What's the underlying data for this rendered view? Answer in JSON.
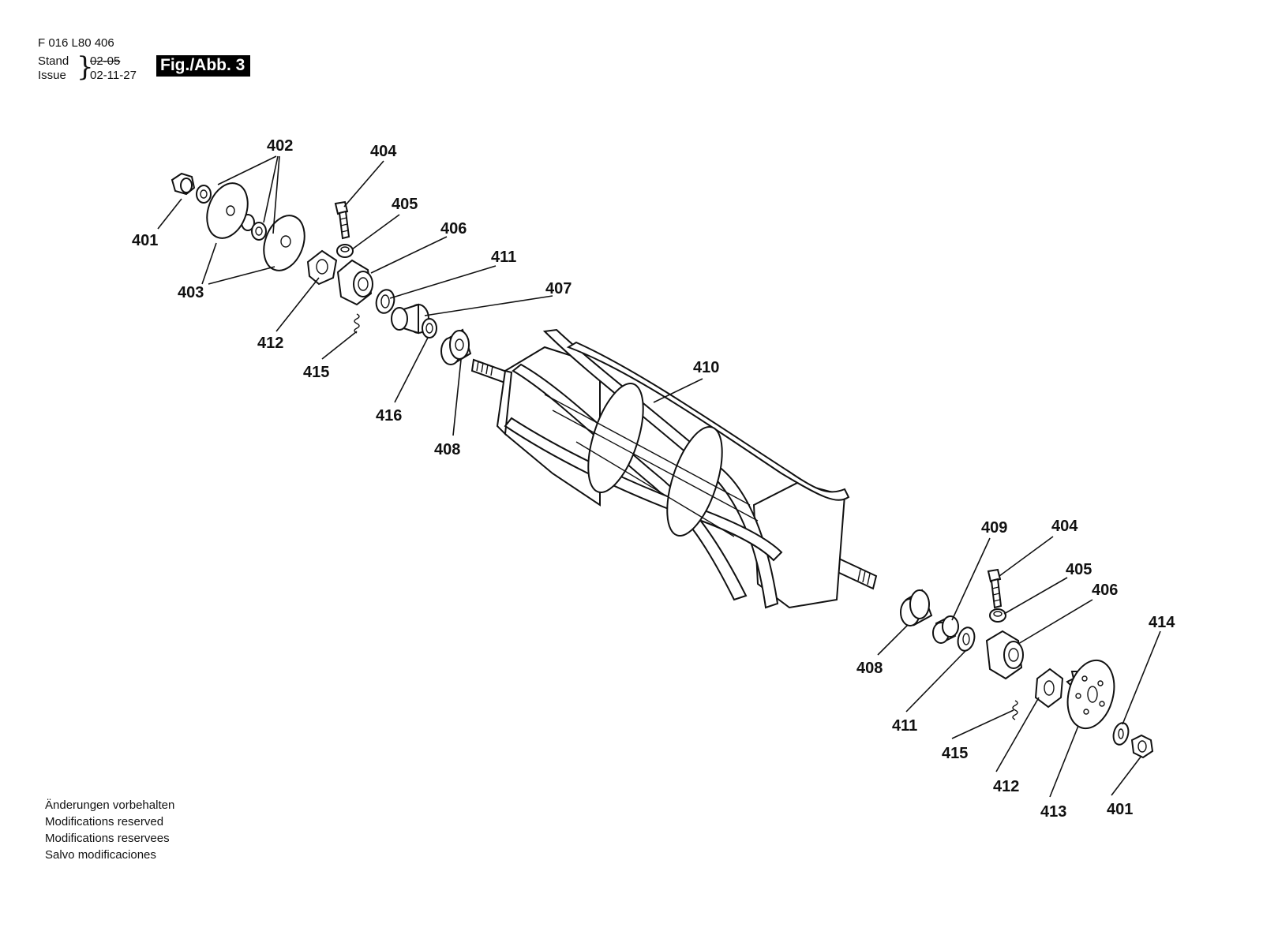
{
  "header": {
    "doc_number": "F 016 L80 406",
    "stand_label": "Stand",
    "issue_label": "Issue",
    "old_date": "02-05",
    "issue_date": "02-11-27",
    "figure_label": "Fig./Abb. 3"
  },
  "callouts": {
    "c401a": "401",
    "c402": "402",
    "c403": "403",
    "c404a": "404",
    "c405a": "405",
    "c406a": "406",
    "c411a": "411",
    "c407": "407",
    "c412a": "412",
    "c415a": "415",
    "c416": "416",
    "c408a": "408",
    "c410": "410",
    "c409": "409",
    "c404b": "404",
    "c405b": "405",
    "c406b": "406",
    "c414": "414",
    "c408b": "408",
    "c411b": "411",
    "c415b": "415",
    "c412b": "412",
    "c413": "413",
    "c401b": "401"
  },
  "notes": [
    "Änderungen vorbehalten",
    "Modifications reserved",
    "Modifications reservees",
    "Salvo modificaciones"
  ]
}
